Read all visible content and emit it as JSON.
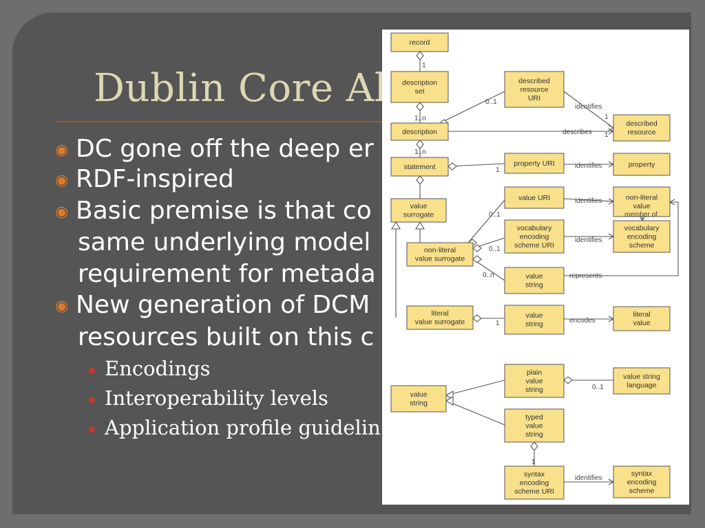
{
  "slide": {
    "title": "Dublin Core Al",
    "bullets": [
      {
        "lines": [
          "DC gone off the deep er"
        ]
      },
      {
        "lines": [
          "RDF-inspired"
        ]
      },
      {
        "lines": [
          "Basic premise is that co",
          "same underlying model",
          "requirement for metada"
        ]
      },
      {
        "lines": [
          "New generation of DCM",
          "resources built on this c"
        ]
      }
    ],
    "subbullets": [
      "Encodings",
      "Interoperability levels",
      "Application profile guidelin"
    ]
  },
  "diagram": {
    "boxes": {
      "record": [
        "record"
      ],
      "description_set": [
        "description",
        "set"
      ],
      "described_resource_uri": [
        "described",
        "resource",
        "URI"
      ],
      "described_resource": [
        "described",
        "resource"
      ],
      "description": [
        "description"
      ],
      "statement": [
        "statement"
      ],
      "property_uri": [
        "property URI"
      ],
      "property": [
        "property"
      ],
      "value_surrogate": [
        "value",
        "surrogate"
      ],
      "value_uri": [
        "value URI"
      ],
      "non_literal_value": [
        "non-literal",
        "value"
      ],
      "vocab_scheme_uri": [
        "vocabulary",
        "encoding",
        "scheme URI"
      ],
      "vocab_scheme": [
        "vocabulary",
        "encoding",
        "scheme"
      ],
      "non_literal_surrogate": [
        "non-literal",
        "value surrogate"
      ],
      "value_string_1": [
        "value",
        "string"
      ],
      "literal_surrogate": [
        "literal",
        "value surrogate"
      ],
      "value_string_2": [
        "value",
        "string"
      ],
      "literal_value": [
        "literal",
        "value"
      ],
      "plain_value_string": [
        "plain",
        "value",
        "string"
      ],
      "value_string_language": [
        "value string",
        "language"
      ],
      "value_string_3": [
        "value",
        "string"
      ],
      "typed_value_string": [
        "typed",
        "value",
        "string"
      ],
      "syntax_scheme_uri": [
        "syntax",
        "encoding",
        "scheme URI"
      ],
      "syntax_scheme": [
        "syntax",
        "encoding",
        "scheme"
      ]
    },
    "labels": {
      "one_a": "1",
      "one_n_a": "1..n",
      "zero_one_a": "0..1",
      "identifies": "identifies",
      "one_b": "1",
      "describes": "describes",
      "one_c": "1",
      "one_n_b": "1..n",
      "one_d": "1",
      "identifies_2": "identifies",
      "identifies_3": "identifies",
      "member_of": "member of",
      "zero_one_b": "0..1",
      "zero_one_c": "0..1",
      "identifies_4": "identifies",
      "zero_n": "0..n",
      "represents": "represents",
      "one_e": "1",
      "encodes": "encodes",
      "zero_one_d": "0..1",
      "one_f": "1",
      "identifies_5": "identifies"
    },
    "colors": {
      "box_fill": "#f9e08a",
      "box_stroke": "#555555",
      "line": "#555555"
    }
  }
}
